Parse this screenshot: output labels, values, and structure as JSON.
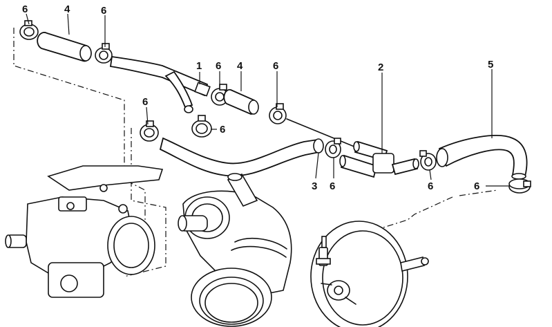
{
  "callouts": [
    {
      "id": "c1",
      "text": "6"
    },
    {
      "id": "c2",
      "text": "4"
    },
    {
      "id": "c3",
      "text": "6"
    },
    {
      "id": "c4",
      "text": "1"
    },
    {
      "id": "c5",
      "text": "6"
    },
    {
      "id": "c6",
      "text": "4"
    },
    {
      "id": "c7",
      "text": "6"
    },
    {
      "id": "c8",
      "text": "2"
    },
    {
      "id": "c9",
      "text": "5"
    },
    {
      "id": "c10",
      "text": "6"
    },
    {
      "id": "c11",
      "text": "6"
    },
    {
      "id": "c12",
      "text": "3"
    },
    {
      "id": "c13",
      "text": "6"
    },
    {
      "id": "c14",
      "text": "6"
    },
    {
      "id": "c15",
      "text": "6"
    }
  ]
}
